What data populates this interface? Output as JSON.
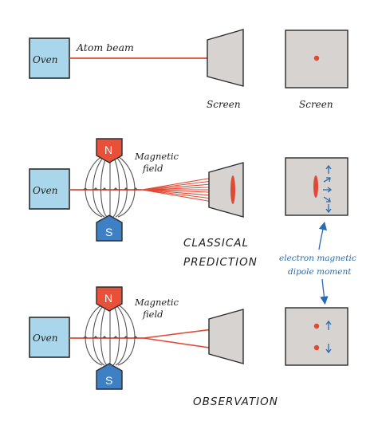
{
  "labels": {
    "oven": "Oven",
    "atom_beam": "Atom beam",
    "screen": "Screen",
    "pole_n": "N",
    "pole_s": "S",
    "magnetic": "Magnetic",
    "field": "field",
    "classical": "CLASSICAL",
    "prediction": "PREDICTION",
    "electron_magnetic": "electron magnetic",
    "dipole_moment": "dipole moment",
    "observation": "OBSERVATION"
  },
  "colors": {
    "oven_fill": "#a9d6ea",
    "screen_fill": "#d6d3d1",
    "beam": "#e04a35",
    "magnet_n": "#e8503a",
    "magnet_s": "#3f7fc3",
    "arrow_blue": "#2a6bb0",
    "outline": "#2b2b2b"
  },
  "icons": {
    "moment_arrow": "up-arrow-icon"
  }
}
